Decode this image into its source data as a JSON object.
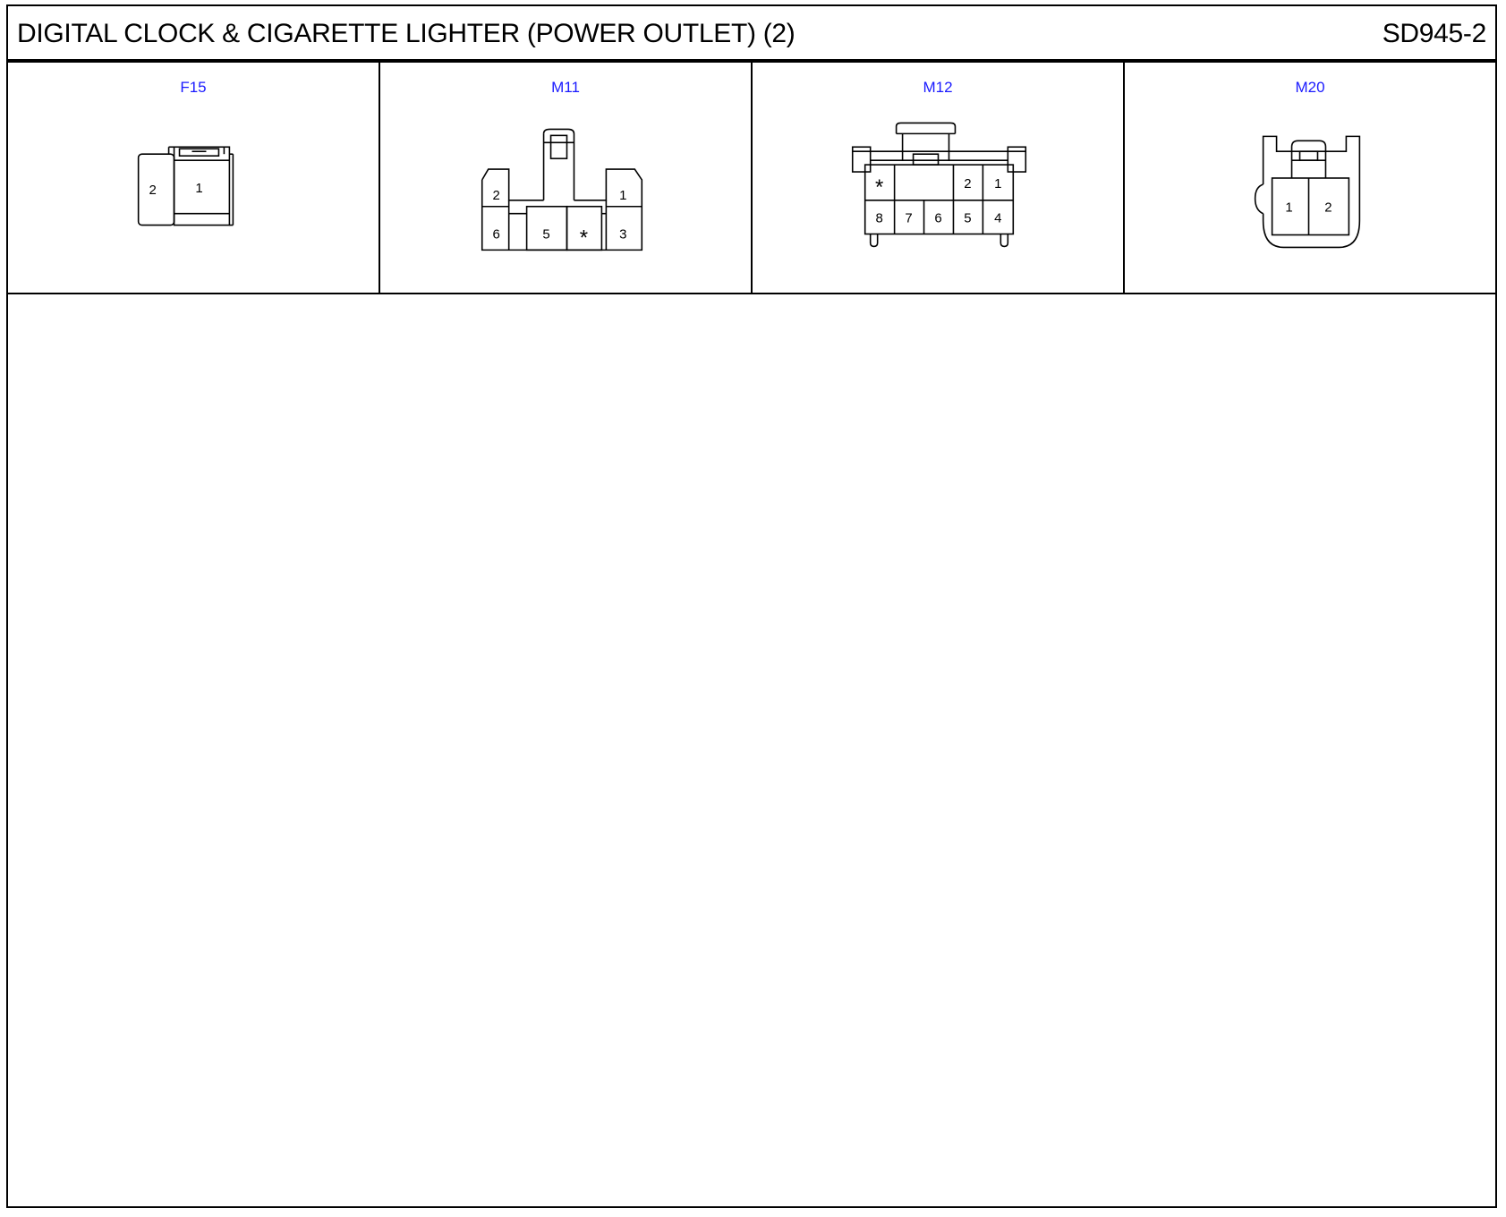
{
  "header": {
    "title": "DIGITAL CLOCK & CIGARETTE LIGHTER (POWER OUTLET) (2)",
    "code": "SD945-2"
  },
  "colors": {
    "label": "#1a1aff",
    "line": "#000000"
  },
  "connectors": [
    {
      "id": "F15",
      "pins": [
        "2",
        "1"
      ]
    },
    {
      "id": "M11",
      "pins": [
        "2",
        "1",
        "6",
        "5",
        "*",
        "3"
      ]
    },
    {
      "id": "M12",
      "pins": [
        "*",
        "2",
        "1",
        "8",
        "7",
        "6",
        "5",
        "4"
      ]
    },
    {
      "id": "M20",
      "pins": [
        "1",
        "2"
      ]
    }
  ]
}
